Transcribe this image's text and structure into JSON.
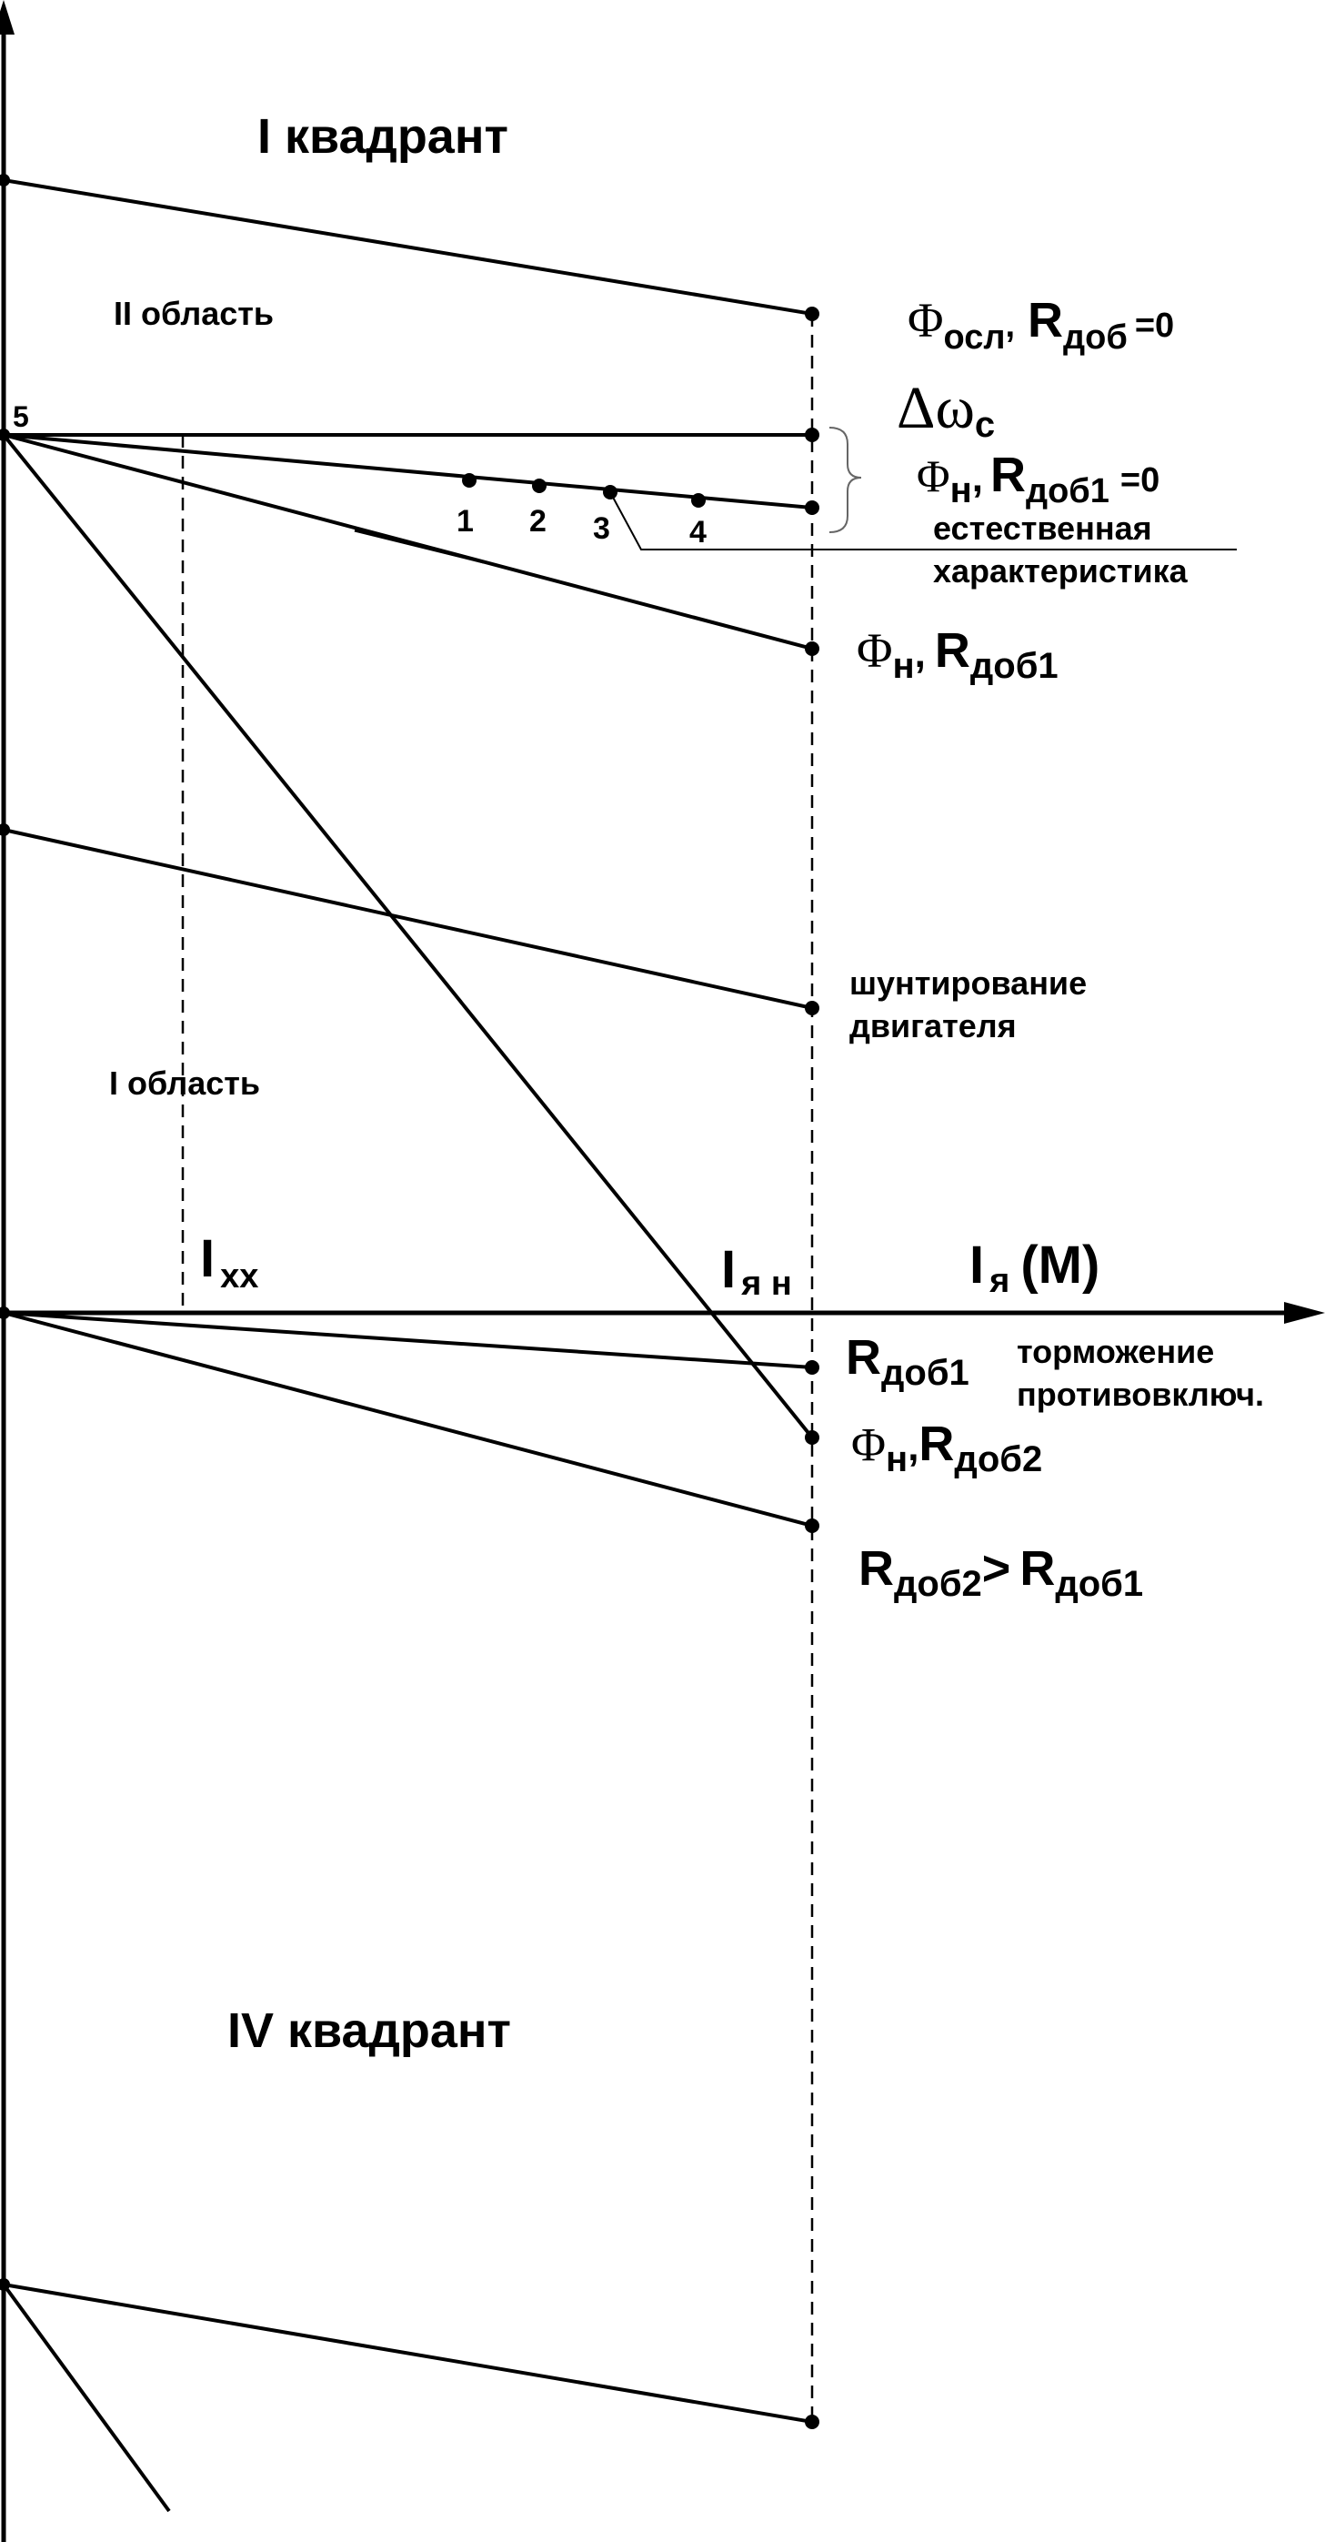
{
  "labels": {
    "quadrant_1": "I квадрант",
    "quadrant_4": "IV квадрант",
    "region_2": "II область",
    "region_1": "I область",
    "point_5": "5",
    "point_1": "1",
    "point_2": "2",
    "point_3": "3",
    "point_4": "4",
    "natural_1": "естественная",
    "natural_2": "характеристика",
    "shunt_1": "шунтирование",
    "shunt_2": "двигателя",
    "braking_1": "торможение",
    "braking_2": "противовключ.",
    "delta_omega": "Δω",
    "delta_omega_sub": "с",
    "phi": "Φ",
    "phi_weak_sub": "осл",
    "phi_nom_sub": "н",
    "r": "R",
    "r_add_sub": "доб",
    "r_add1_sub": "доб1",
    "r_add2_sub": "доб2",
    "eq_zero": "=0",
    "comma": ",",
    "greater": ">",
    "i_xx": "I",
    "i_xx_sub": "хх",
    "i_an": "I",
    "i_an_sub": "я н",
    "i_a": "I",
    "i_a_sub": "я",
    "i_a_m": "(М)"
  }
}
